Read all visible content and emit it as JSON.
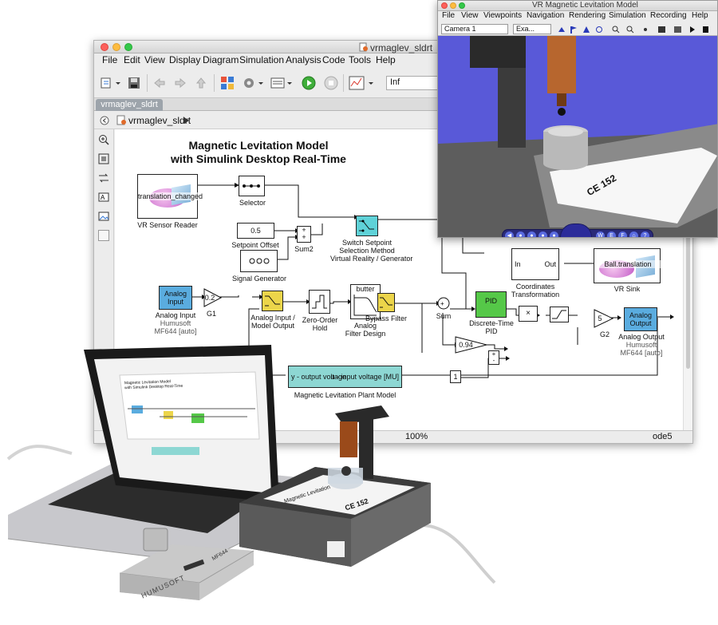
{
  "simulink": {
    "window_title": "vrmaglev_sldrt",
    "menu": [
      "File",
      "Edit",
      "View",
      "Display",
      "Diagram",
      "Simulation",
      "Analysis",
      "Code",
      "Tools",
      "Help"
    ],
    "stop_time": "Inf",
    "tab": "vrmaglev_sldrt",
    "breadcrumb": "vrmaglev_sldrt",
    "zoom": "100%",
    "solver": "ode5",
    "model": {
      "title_line1": "Magnetic Levitation Model",
      "title_line2": "with Simulink Desktop Real-Time",
      "vr_reader_port": "translation_changed",
      "vr_reader_label": "VR Sensor Reader",
      "selector_label": "Selector",
      "setpoint_value": "0.5",
      "setpoint_label": "Setpoint Offset",
      "sum2_label": "Sum2",
      "signal_gen_label": "Signal Generator",
      "switch_label": [
        "Switch Setpoint",
        "Selection Method",
        "Virtual Reality / Generator"
      ],
      "coord_in": "In",
      "coord_out": "Out",
      "coord_label": [
        "Coordinates",
        "Transformation"
      ],
      "vr_sink_port": "Ball.translation",
      "vr_sink_label": "VR Sink",
      "analog_in_text": [
        "Analog",
        "Input"
      ],
      "analog_in_label": [
        "Analog Input",
        "Humusoft",
        "MF644 [auto]"
      ],
      "g1_value": "0.2",
      "g1_label": "G1",
      "ai_switch_label": [
        "Analog Input /",
        "Model Output"
      ],
      "zoh_label": [
        "Zero-Order",
        "Hold"
      ],
      "filter_text": "butter",
      "filter_label": [
        "Analog",
        "Filter Design"
      ],
      "bypass_label": "Bypass Filter",
      "sum_label": "Sum",
      "pid_text": "PID",
      "pid_label": [
        "Discrete-Time",
        "PID"
      ],
      "gain094": "0.94",
      "const1": "1",
      "g2_value": "5",
      "g2_label": "G2",
      "analog_out_text": [
        "Analog",
        "Output"
      ],
      "analog_out_label": [
        "Analog Output",
        "Humusoft",
        "MF644 [auto]"
      ],
      "plant_left": "y - output voltage",
      "plant_right": "u - input voltage [MU]",
      "plant_label": "Magnetic Levitation Plant Model"
    }
  },
  "vr": {
    "window_title": "VR Magnetic Levitation Model",
    "menu": [
      "File",
      "View",
      "Viewpoints",
      "Navigation",
      "Rendering",
      "Simulation",
      "Recording",
      "Help"
    ],
    "viewpoint": "Camera 1",
    "nav_mode": "Exa...",
    "device_label": "CE 152"
  },
  "photo": {
    "device_label": "CE 152",
    "device_title": "Magnetic Levitation",
    "card_label": "HUMUSOFT",
    "card_model": "MF644",
    "laptop_title_line1": "Magnetic Levitation Model",
    "laptop_title_line2": "with Simulink Desktop Real-Time"
  }
}
